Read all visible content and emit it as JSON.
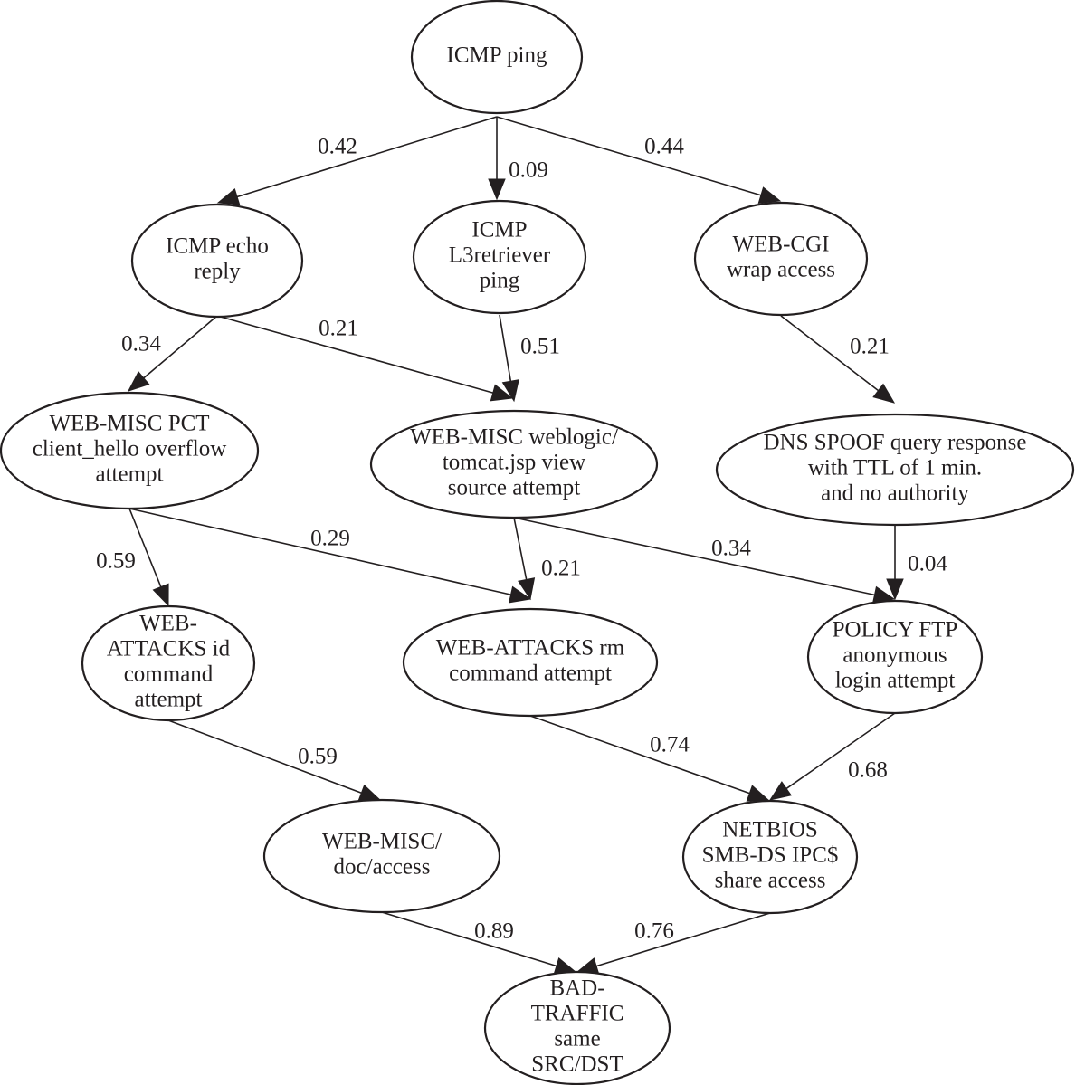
{
  "nodes": {
    "icmp_ping": [
      "ICMP ping"
    ],
    "icmp_echo_reply": [
      "ICMP echo",
      "reply"
    ],
    "icmp_l3retriever": [
      "ICMP",
      "L3retriever",
      "ping"
    ],
    "web_cgi_wrap": [
      "WEB-CGI",
      "wrap access"
    ],
    "web_misc_pct": [
      "WEB-MISC PCT",
      "client_hello overflow",
      "attempt"
    ],
    "web_misc_weblogic": [
      "WEB-MISC weblogic/",
      "tomcat.jsp view",
      "source attempt"
    ],
    "dns_spoof": [
      "DNS SPOOF query response",
      "with TTL of 1 min.",
      "and no authority"
    ],
    "web_attacks_id": [
      "WEB-",
      "ATTACKS id",
      "command",
      "attempt"
    ],
    "web_attacks_rm": [
      "WEB-ATTACKS rm",
      "command attempt"
    ],
    "policy_ftp": [
      "POLICY FTP",
      "anonymous",
      "login attempt"
    ],
    "web_misc_doc": [
      "WEB-MISC/",
      "doc/access"
    ],
    "netbios_smb": [
      "NETBIOS",
      "SMB-DS IPC$",
      "share access"
    ],
    "bad_traffic": [
      "BAD-",
      "TRAFFIC",
      "same",
      "SRC/DST"
    ]
  },
  "edges": [
    {
      "from": "icmp_ping",
      "to": "icmp_echo_reply",
      "label": "0.42"
    },
    {
      "from": "icmp_ping",
      "to": "icmp_l3retriever",
      "label": "0.09"
    },
    {
      "from": "icmp_ping",
      "to": "web_cgi_wrap",
      "label": "0.44"
    },
    {
      "from": "icmp_echo_reply",
      "to": "web_misc_pct",
      "label": "0.34"
    },
    {
      "from": "icmp_echo_reply",
      "to": "web_misc_weblogic",
      "label": "0.21"
    },
    {
      "from": "icmp_l3retriever",
      "to": "web_misc_weblogic",
      "label": "0.51"
    },
    {
      "from": "web_cgi_wrap",
      "to": "dns_spoof",
      "label": "0.21"
    },
    {
      "from": "web_misc_pct",
      "to": "web_attacks_id",
      "label": "0.59"
    },
    {
      "from": "web_misc_pct",
      "to": "web_attacks_rm",
      "label": "0.29"
    },
    {
      "from": "web_misc_weblogic",
      "to": "web_attacks_rm",
      "label": "0.21"
    },
    {
      "from": "web_misc_weblogic",
      "to": "policy_ftp",
      "label": "0.34"
    },
    {
      "from": "dns_spoof",
      "to": "policy_ftp",
      "label": "0.04"
    },
    {
      "from": "web_attacks_id",
      "to": "web_misc_doc",
      "label": "0.59"
    },
    {
      "from": "web_attacks_rm",
      "to": "netbios_smb",
      "label": "0.74"
    },
    {
      "from": "policy_ftp",
      "to": "netbios_smb",
      "label": "0.68"
    },
    {
      "from": "web_misc_doc",
      "to": "bad_traffic",
      "label": "0.89"
    },
    {
      "from": "netbios_smb",
      "to": "bad_traffic",
      "label": "0.76"
    }
  ]
}
